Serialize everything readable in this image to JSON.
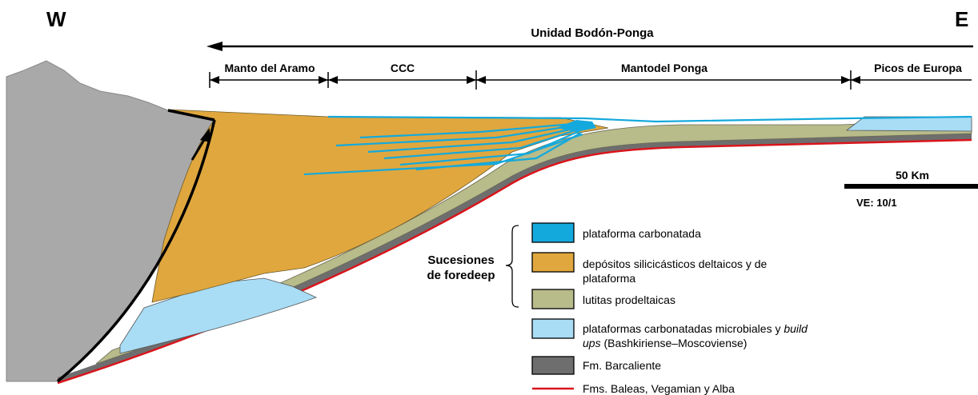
{
  "compass": {
    "west": "W",
    "east": "E"
  },
  "units": {
    "main": "Unidad Bodón-Ponga",
    "segments": [
      "Manto del Aramo",
      "CCC",
      "Mantodel Ponga",
      "Picos de Europa"
    ]
  },
  "scale": {
    "distance": "50 Km",
    "vertical_exaggeration": "VE: 10/1"
  },
  "bracket_label": {
    "line1": "Sucesiones",
    "line2": "de foredeep"
  },
  "legend": [
    {
      "key": "carbonate_platform",
      "color": "#14a9dc",
      "lines": [
        "plataforma carbonatada"
      ]
    },
    {
      "key": "siliciclastic",
      "color": "#e0a73e",
      "lines": [
        "depósitos silicicásticos deltaicos y de",
        "plataforma"
      ]
    },
    {
      "key": "prodelta",
      "color": "#b8bb8a",
      "lines": [
        "lutitas prodeltaicas"
      ]
    },
    {
      "key": "microbial",
      "color": "#a9dcf5",
      "lines_rich": [
        [
          {
            "text": "plataformas carbonatadas microbiales y ",
            "italic": false
          },
          {
            "text": "build",
            "italic": true
          }
        ],
        [
          {
            "text": "ups",
            "italic": true
          },
          {
            "text": " (Bashkiriense–Moscoviense)",
            "italic": false
          }
        ]
      ]
    },
    {
      "key": "barcaliente",
      "color": "#6e6e6e",
      "lines": [
        "Fm. Barcaliente"
      ]
    },
    {
      "key": "baleas",
      "color": "#d9141b",
      "lines": [
        "Fms. Baleas, Vegamian y Alba"
      ]
    }
  ]
}
